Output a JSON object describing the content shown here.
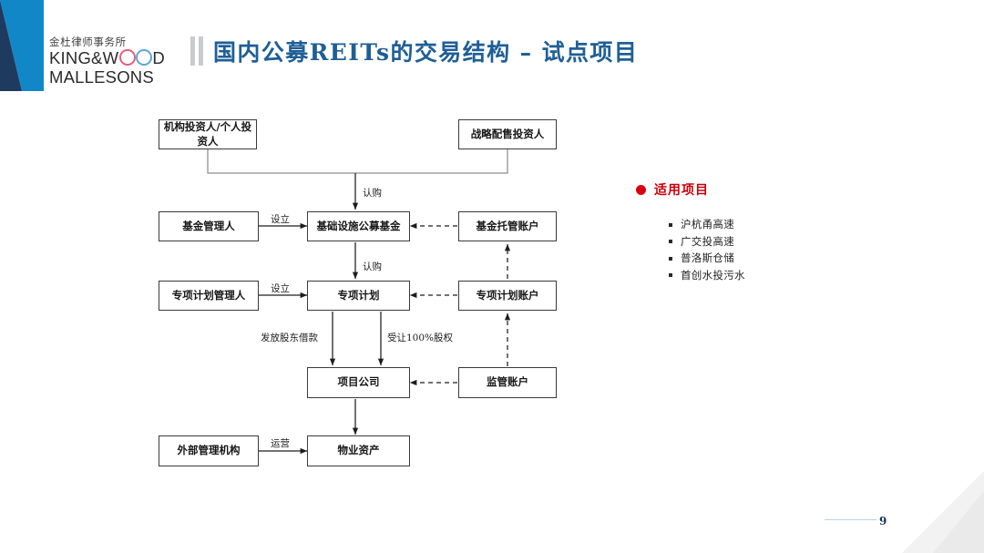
{
  "brand": {
    "cn_name": "金杜律师事务所",
    "en_line1_a": "KING&W",
    "en_line1_b": "D",
    "en_line2": "MALLESONS",
    "mark_color_light": "#1287c8",
    "mark_color_dark": "#1f3a5f",
    "o_color_1": "#e0607e",
    "o_color_2": "#5aa7d8"
  },
  "header": {
    "title": "国内公募REITs的交易结构 – 试点项目",
    "title_color": "#1f5f96",
    "bar_color": "#c9cbcd"
  },
  "diagram": {
    "nodes": {
      "retail_investor": "机构投资人/个人投资人",
      "strategic_investor": "战略配售投资人",
      "fund_manager": "基金管理人",
      "public_fund": "基础设施公募基金",
      "fund_custody_account": "基金托管账户",
      "plan_manager": "专项计划管理人",
      "special_plan": "专项计划",
      "plan_account": "专项计划账户",
      "project_company": "项目公司",
      "supervision_account": "监管账户",
      "external_manager": "外部管理机构",
      "property_asset": "物业资产"
    },
    "edge_labels": {
      "subscribe_fund": "认购",
      "establish_fund": "设立",
      "subscribe_plan": "认购",
      "establish_plan": "设立",
      "shareholder_loan": "发放股东借款",
      "equity_transfer": "受让100%股权",
      "operate": "运营"
    }
  },
  "panel": {
    "title": "适用项目",
    "title_color": "#c8000b",
    "dot_color": "#d9000d",
    "items": [
      "沪杭甬高速",
      "广交投高速",
      "普洛斯仓储",
      "首创水投污水"
    ]
  },
  "footer": {
    "page_number": "9",
    "rule_color": "#b9d4e6"
  }
}
